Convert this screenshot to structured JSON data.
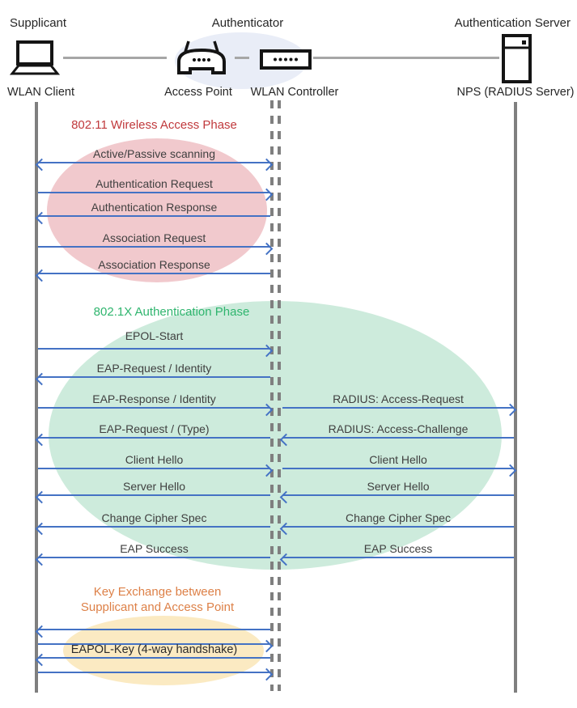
{
  "topology": {
    "supplicant_role": "Supplicant",
    "authenticator_role": "Authenticator",
    "auth_server_role": "Authentication Server",
    "wlan_client": "WLAN Client",
    "access_point": "Access Point",
    "wlan_controller": "WLAN Controller",
    "radius_server": "NPS (RADIUS Server)"
  },
  "phases": [
    {
      "title": "802.11 Wireless Access Phase",
      "color": "#C0393C",
      "fill": "#F1C9CD"
    },
    {
      "title": "802.1X Authentication Phase",
      "color": "#2FB56E",
      "fill": "#CDEBDC"
    },
    {
      "title_line1": "Key Exchange between",
      "title_line2": "Supplicant and Access Point",
      "color": "#DD8047",
      "fill": "#FBEAC2"
    }
  ],
  "messages": [
    {
      "label": "Active/Passive scanning",
      "from": "WLAN Client",
      "to": "WLAN Controller",
      "direction": "both"
    },
    {
      "label": "Authentication Request",
      "from": "WLAN Client",
      "to": "WLAN Controller",
      "direction": "right"
    },
    {
      "label": "Authentication Response",
      "from": "WLAN Controller",
      "to": "WLAN Client",
      "direction": "left"
    },
    {
      "label": "Association Request",
      "from": "WLAN Client",
      "to": "WLAN Controller",
      "direction": "right"
    },
    {
      "label": "Association Response",
      "from": "WLAN Controller",
      "to": "WLAN Client",
      "direction": "left"
    },
    {
      "label": "EPOL-Start",
      "from": "WLAN Client",
      "to": "WLAN Controller",
      "direction": "right"
    },
    {
      "label": "EAP-Request / Identity",
      "from": "WLAN Controller",
      "to": "WLAN Client",
      "direction": "left"
    },
    {
      "label": "EAP-Response / Identity",
      "from": "WLAN Client",
      "to": "WLAN Controller",
      "direction": "right"
    },
    {
      "label": "RADIUS: Access-Request",
      "from": "WLAN Controller",
      "to": "NPS (RADIUS Server)",
      "direction": "right"
    },
    {
      "label": "EAP-Request / (Type)",
      "from": "WLAN Controller",
      "to": "WLAN Client",
      "direction": "left"
    },
    {
      "label": "RADIUS: Access-Challenge",
      "from": "NPS (RADIUS Server)",
      "to": "WLAN Controller",
      "direction": "left"
    },
    {
      "label": "Client Hello",
      "from": "WLAN Client",
      "to": "WLAN Controller",
      "direction": "right"
    },
    {
      "label": "Client Hello",
      "from": "WLAN Controller",
      "to": "NPS (RADIUS Server)",
      "direction": "right"
    },
    {
      "label": "Server Hello",
      "from": "WLAN Controller",
      "to": "WLAN Client",
      "direction": "left"
    },
    {
      "label": "Server Hello",
      "from": "NPS (RADIUS Server)",
      "to": "WLAN Controller",
      "direction": "left"
    },
    {
      "label": "Change Cipher Spec",
      "from": "WLAN Controller",
      "to": "WLAN Client",
      "direction": "left"
    },
    {
      "label": "Change Cipher Spec",
      "from": "NPS (RADIUS Server)",
      "to": "WLAN Controller",
      "direction": "left"
    },
    {
      "label": "EAP Success",
      "from": "WLAN Controller",
      "to": "WLAN Client",
      "direction": "left"
    },
    {
      "label": "EAP Success",
      "from": "NPS (RADIUS Server)",
      "to": "WLAN Controller",
      "direction": "left"
    }
  ],
  "key_exchange": {
    "label": "EAPOL-Key (4-way handshake)",
    "arrow_count": 4
  },
  "colors": {
    "arrow": "#4472C4",
    "lifeline": "#7f7f7f"
  }
}
